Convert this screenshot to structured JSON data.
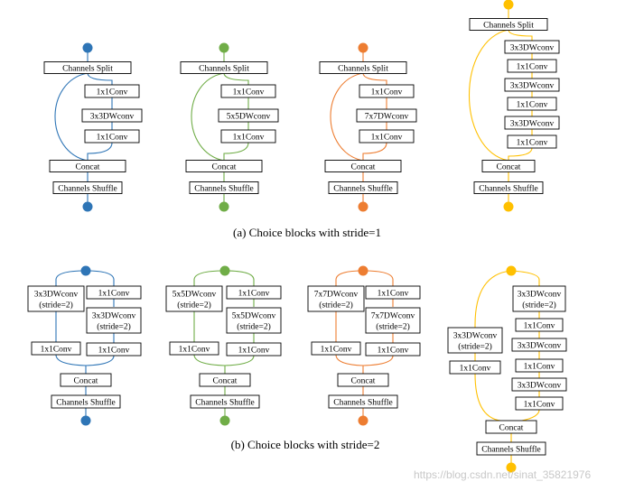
{
  "colors": {
    "blue": "#2e75b6",
    "green": "#70ad47",
    "orange": "#ed7d31",
    "yellow": "#ffc000"
  },
  "captions": {
    "a": "(a) Choice blocks with stride=1",
    "b": "(b) Choice blocks with stride=2"
  },
  "watermark": "https://blog.csdn.net/sinat_35821976",
  "blocks_stride1": [
    {
      "split": "Channels Split",
      "ops": [
        "1x1Conv",
        "3x3DWconv",
        "1x1Conv"
      ],
      "concat": "Concat",
      "shuffle": "Channels Shuffle"
    },
    {
      "split": "Channels Split",
      "ops": [
        "1x1Conv",
        "5x5DWconv",
        "1x1Conv"
      ],
      "concat": "Concat",
      "shuffle": "Channels Shuffle"
    },
    {
      "split": "Channels Split",
      "ops": [
        "1x1Conv",
        "7x7DWconv",
        "1x1Conv"
      ],
      "concat": "Concat",
      "shuffle": "Channels Shuffle"
    },
    {
      "split": "Channels Split",
      "ops": [
        "3x3DWconv",
        "1x1Conv",
        "3x3DWconv",
        "1x1Conv",
        "3x3DWconv",
        "1x1Conv"
      ],
      "concat": "Concat",
      "shuffle": "Channels Shuffle"
    }
  ],
  "blocks_stride2": [
    {
      "left": [
        "3x3DWconv",
        "(stride=2)",
        "1x1Conv"
      ],
      "right": [
        "1x1Conv",
        "3x3DWconv",
        "(stride=2)",
        "1x1Conv"
      ],
      "concat": "Concat",
      "shuffle": "Channels Shuffle"
    },
    {
      "left": [
        "5x5DWconv",
        "(stride=2)",
        "1x1Conv"
      ],
      "right": [
        "1x1Conv",
        "5x5DWconv",
        "(stride=2)",
        "1x1Conv"
      ],
      "concat": "Concat",
      "shuffle": "Channels Shuffle"
    },
    {
      "left": [
        "7x7DWconv",
        "(stride=2)",
        "1x1Conv"
      ],
      "right": [
        "1x1Conv",
        "7x7DWconv",
        "(stride=2)",
        "1x1Conv"
      ],
      "concat": "Concat",
      "shuffle": "Channels Shuffle"
    },
    {
      "left": [
        "3x3DWconv",
        "(stride=2)",
        "1x1Conv"
      ],
      "right": [
        "3x3DWconv",
        "(stride=2)",
        "1x1Conv",
        "3x3DWconv",
        "1x1Conv",
        "3x3DWconv",
        "1x1Conv"
      ],
      "concat": "Concat",
      "shuffle": "Channels Shuffle"
    }
  ]
}
